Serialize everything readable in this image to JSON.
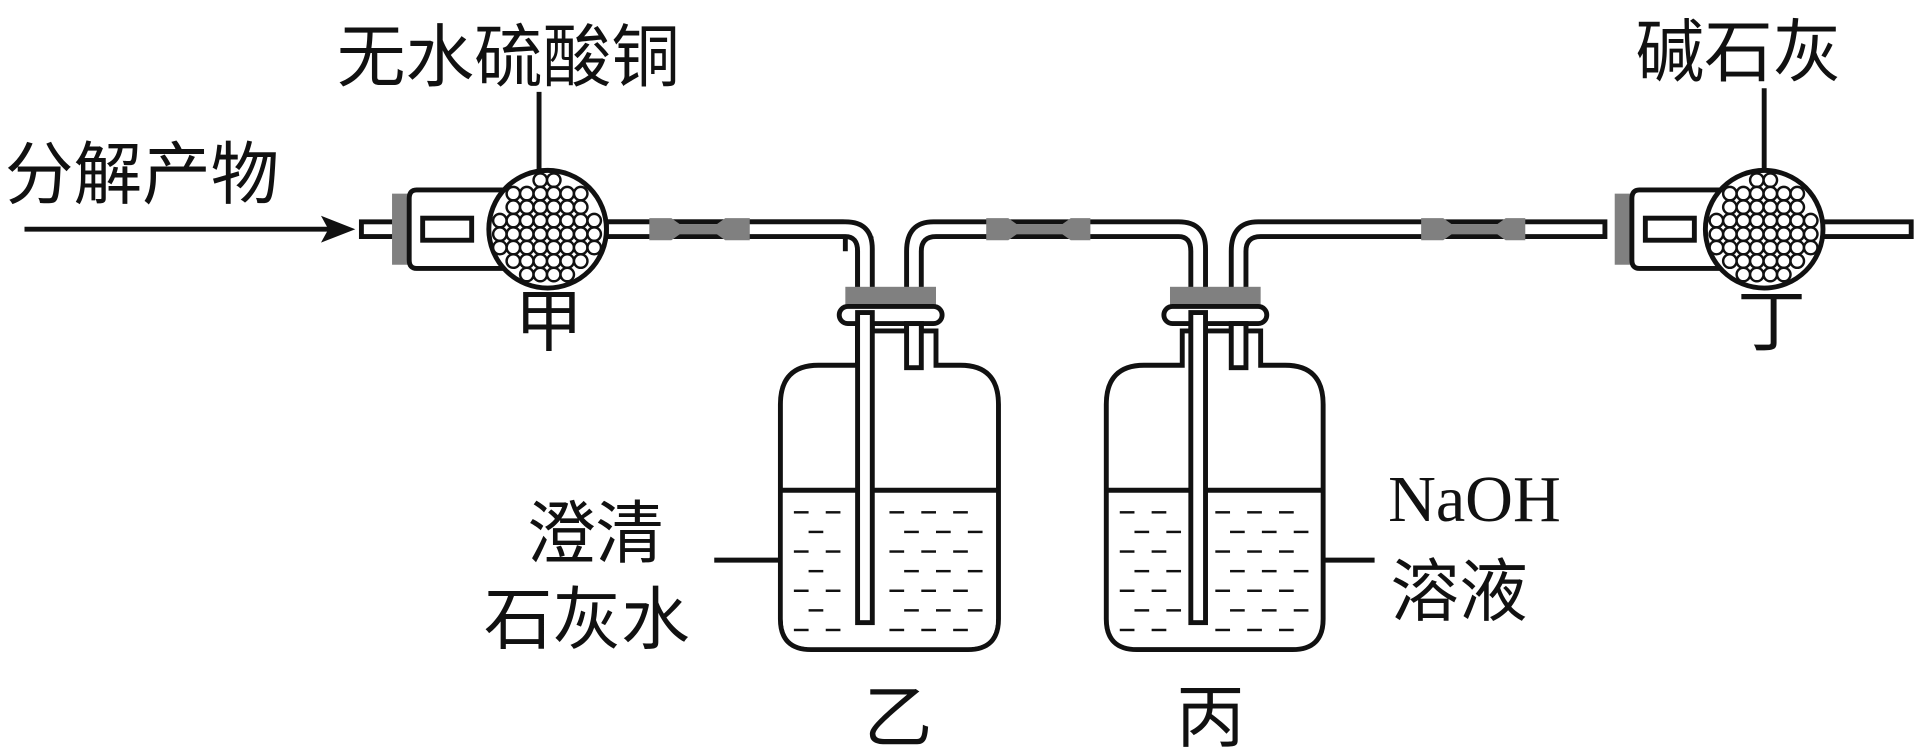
{
  "labels": {
    "input": "分解产物",
    "reagent_jia": "无水硫酸铜",
    "jia": "甲",
    "yi": "乙",
    "bing": "丙",
    "ding": "丁",
    "reagent_yi_line1": "澄清",
    "reagent_yi_line2": "石灰水",
    "reagent_bing_line1": "NaOH",
    "reagent_bing_line2": "溶液",
    "reagent_ding": "碱石灰"
  },
  "colors": {
    "line": "#111111",
    "rubber": "#808080"
  }
}
